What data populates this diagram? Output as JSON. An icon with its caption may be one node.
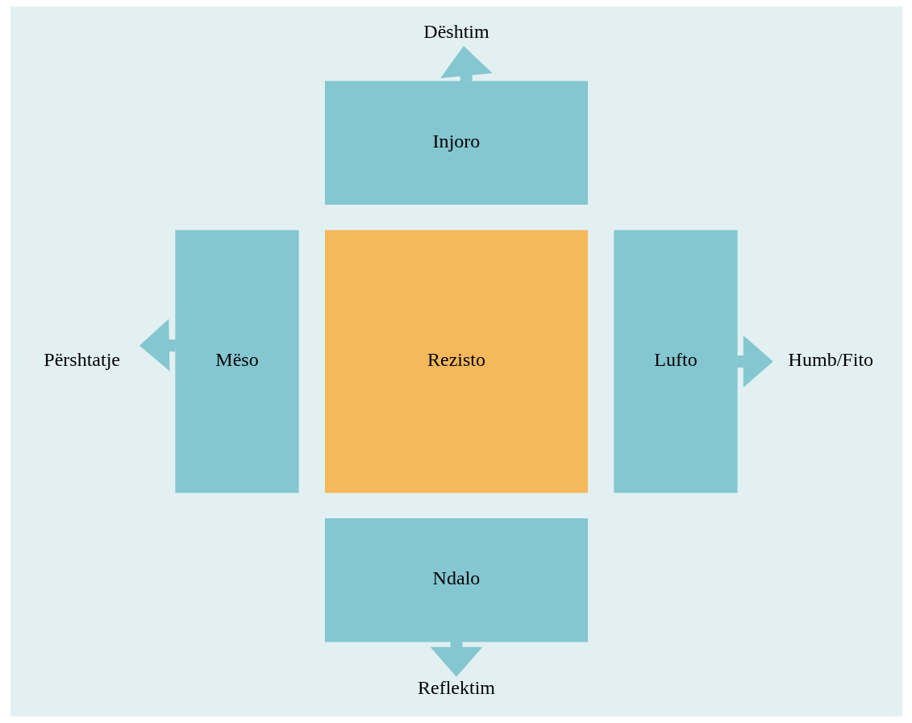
{
  "diagram": {
    "nodes": [
      {
        "text": [
          "Dështim"
        ]
      },
      {
        "text": [
          "Injoro"
        ]
      },
      {
        "text": [
          "Përshtatje"
        ]
      },
      {
        "text": [
          "Mëso"
        ]
      },
      {
        "text": [
          "Rezisto"
        ]
      },
      {
        "text": [
          "Lufto"
        ]
      },
      {
        "text": [
          "Humb/Fito"
        ]
      },
      {
        "text": [
          "Ndalo"
        ]
      },
      {
        "text": [
          "Reflektim"
        ]
      }
    ],
    "edges": [
      {
        "from": 1,
        "to": 0,
        "arrow": "to"
      },
      {
        "from": 3,
        "to": 2,
        "arrow": "to"
      },
      {
        "from": 5,
        "to": 6,
        "arrow": "to"
      },
      {
        "from": 7,
        "to": 8,
        "arrow": "to"
      }
    ]
  }
}
